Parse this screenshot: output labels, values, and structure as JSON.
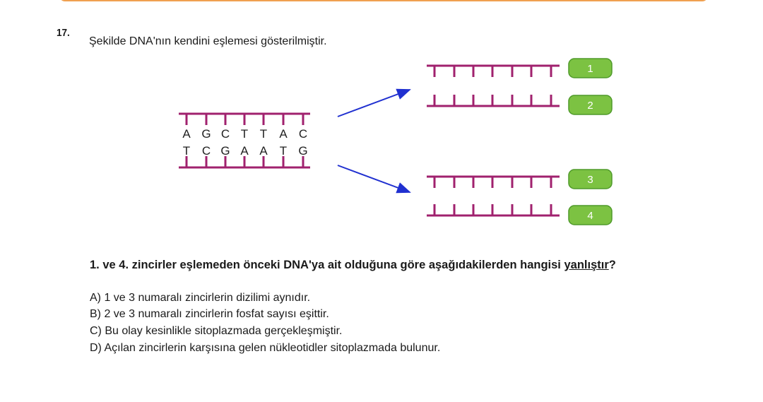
{
  "question_number": "17.",
  "intro": "Şekilde DNA'nın kendini eşlemesi gösterilmiştir.",
  "diagram": {
    "strand_top_bases": [
      "A",
      "G",
      "C",
      "T",
      "T",
      "A",
      "C"
    ],
    "strand_bottom_bases": [
      "T",
      "C",
      "G",
      "A",
      "A",
      "T",
      "G"
    ],
    "chain_labels": [
      "1",
      "2",
      "3",
      "4"
    ],
    "colors": {
      "strand": "#a0216e",
      "arrow": "#2030d0",
      "badge": "#7cc242",
      "badge_border": "#4f9a2a"
    }
  },
  "question": {
    "text_before": "1. ve 4. zincirler eşlemeden önceki DNA'ya ait olduğuna göre aşağıdakilerden hangisi ",
    "underlined": "yanlıştır",
    "text_after": "?"
  },
  "options": [
    "A) 1 ve 3 numaralı zincirlerin dizilimi aynıdır.",
    "B) 2 ve 3 numaralı zincirlerin fosfat sayısı eşittir.",
    "C) Bu olay kesinlikle sitoplazmada gerçekleşmiştir.",
    "D) Açılan zincirlerin karşısına gelen nükleotidler sitoplazmada bulunur."
  ]
}
